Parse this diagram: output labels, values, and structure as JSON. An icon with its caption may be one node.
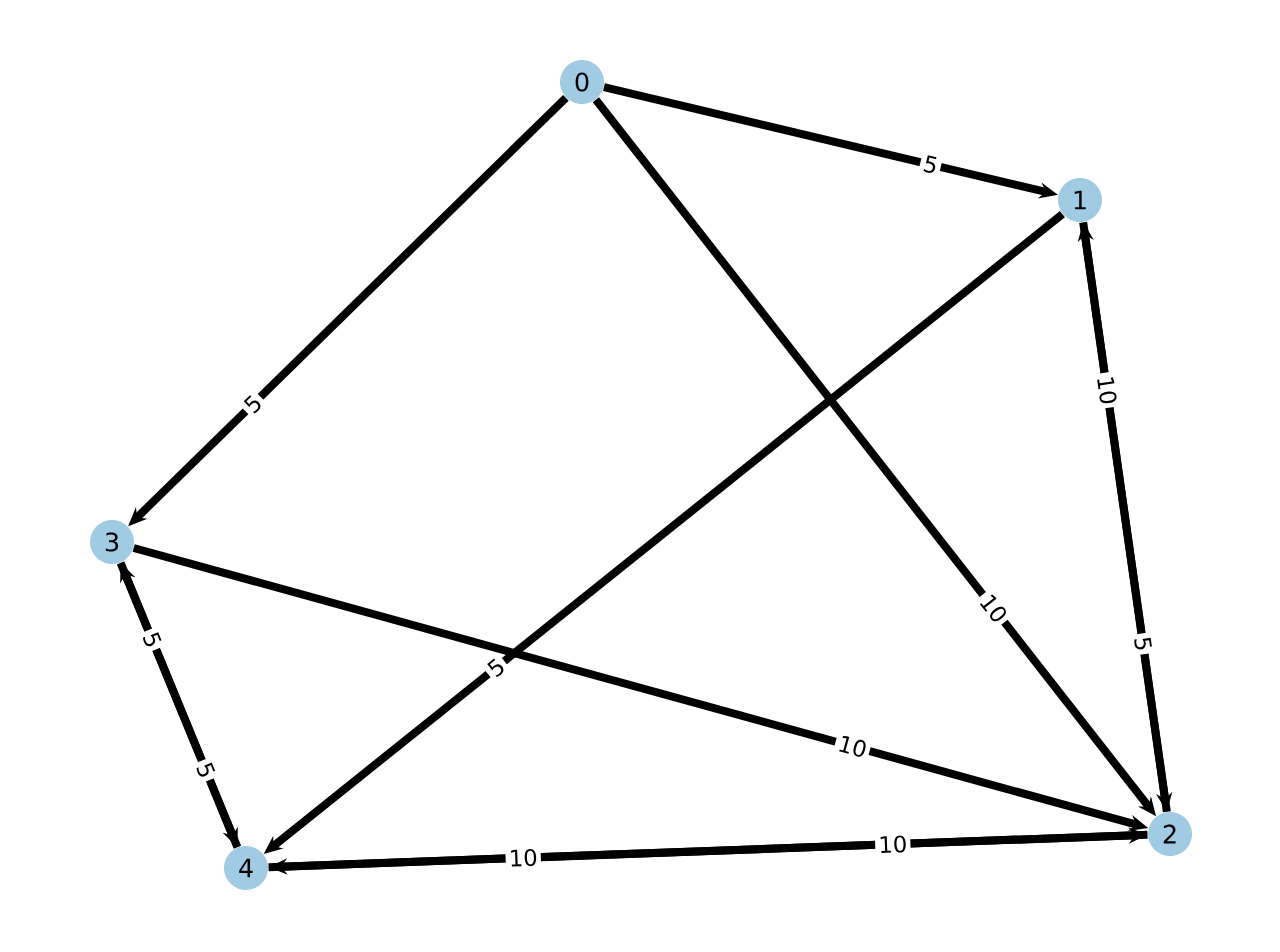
{
  "diagram": {
    "nodes": [
      {
        "text": [
          "0"
        ]
      },
      {
        "text": [
          "1"
        ]
      },
      {
        "text": [
          "2"
        ]
      },
      {
        "text": [
          "3"
        ]
      },
      {
        "text": [
          "4"
        ]
      }
    ],
    "edges": [
      {
        "from": 0,
        "to": 1,
        "arrow": "to",
        "label": "5"
      },
      {
        "from": 0,
        "to": 3,
        "arrow": "to",
        "label": "5"
      },
      {
        "from": 0,
        "to": 2,
        "arrow": "to",
        "label": "10"
      },
      {
        "from": 1,
        "to": 4,
        "arrow": "to",
        "label": "5"
      },
      {
        "from": 1,
        "to": 2,
        "arrow": "to",
        "label": "5"
      },
      {
        "from": 2,
        "to": 1,
        "arrow": "to",
        "label": "10"
      },
      {
        "from": 2,
        "to": 4,
        "arrow": "to",
        "label": "10"
      },
      {
        "from": 4,
        "to": 2,
        "arrow": "to",
        "label": "10"
      },
      {
        "from": 3,
        "to": 2,
        "arrow": "to",
        "label": "10"
      },
      {
        "from": 3,
        "to": 4,
        "arrow": "to",
        "label": "5"
      },
      {
        "from": 4,
        "to": 3,
        "arrow": "to",
        "label": "5"
      }
    ]
  }
}
